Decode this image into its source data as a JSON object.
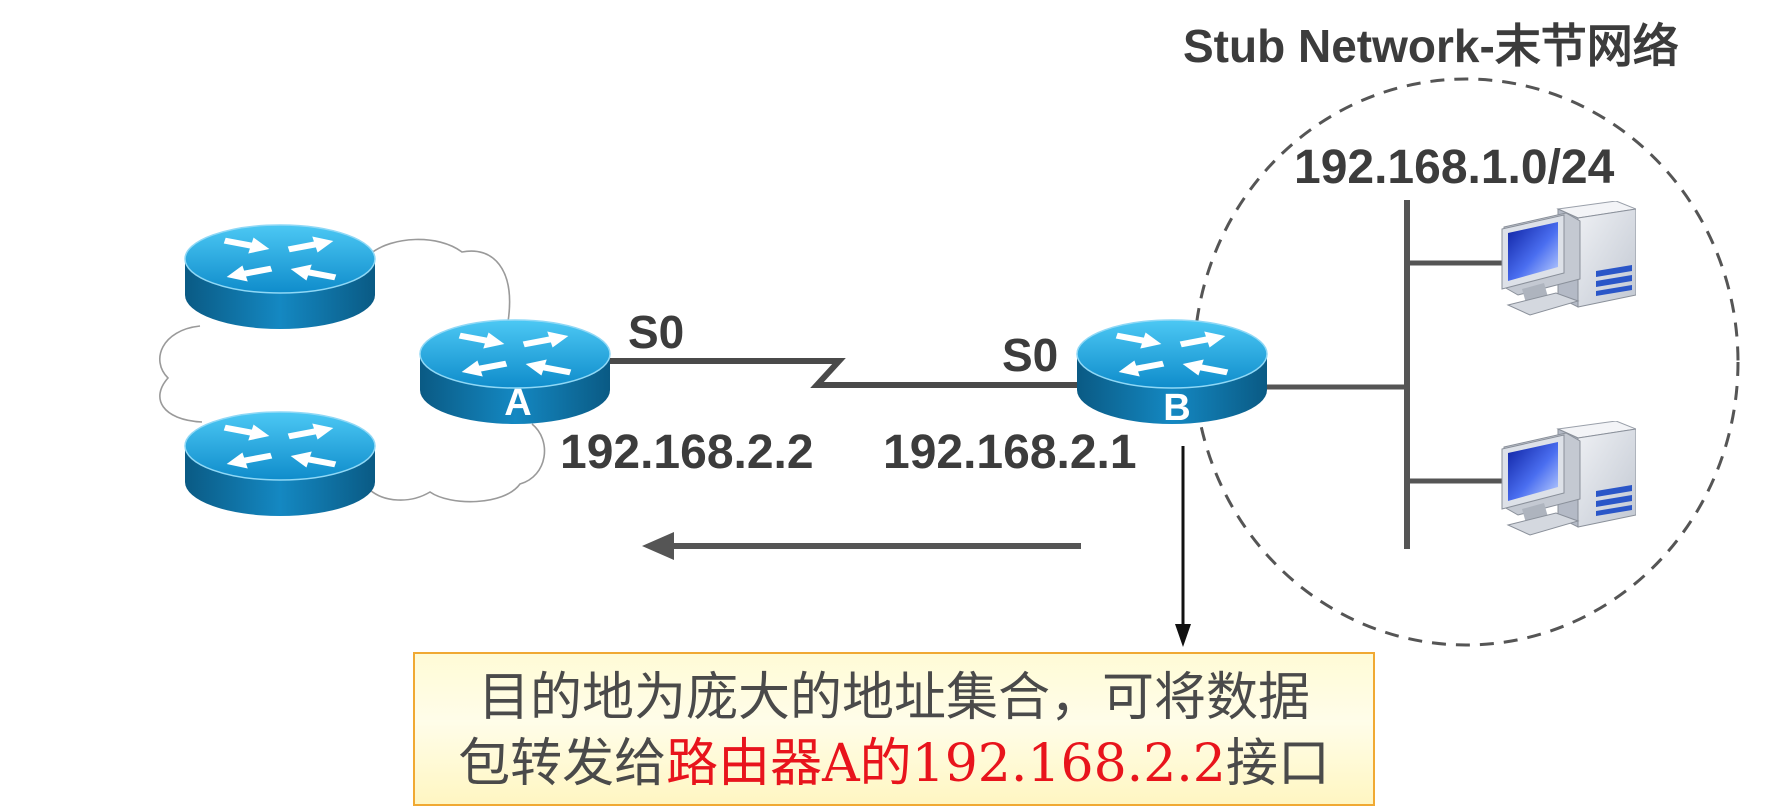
{
  "title": "Stub Network-末节网络",
  "stub_network": {
    "subnet": "192.168.1.0/24"
  },
  "routers": {
    "a": {
      "label": "A",
      "interface": "S0",
      "ip": "192.168.2.2"
    },
    "b": {
      "label": "B",
      "interface": "S0",
      "ip": "192.168.2.1"
    }
  },
  "note": {
    "line1": "目的地为庞大的地址集合，可将数据",
    "line2_prefix": "包转发给",
    "line2_highlight": "路由器A的192.168.2.2",
    "line2_suffix": "接口"
  },
  "icons": {
    "router": "router-icon",
    "pc": "workstation-icon",
    "cloud": "cloud-outline",
    "arrow_left": "arrow-left",
    "arrow_down": "arrow-down"
  },
  "colors": {
    "router_top": "#2fb4ea",
    "router_side": "#0b6796",
    "link": "#4a4a4a",
    "note_border": "#f0a933",
    "note_bg": "#fffbd6",
    "highlight_text": "#e8141c"
  }
}
